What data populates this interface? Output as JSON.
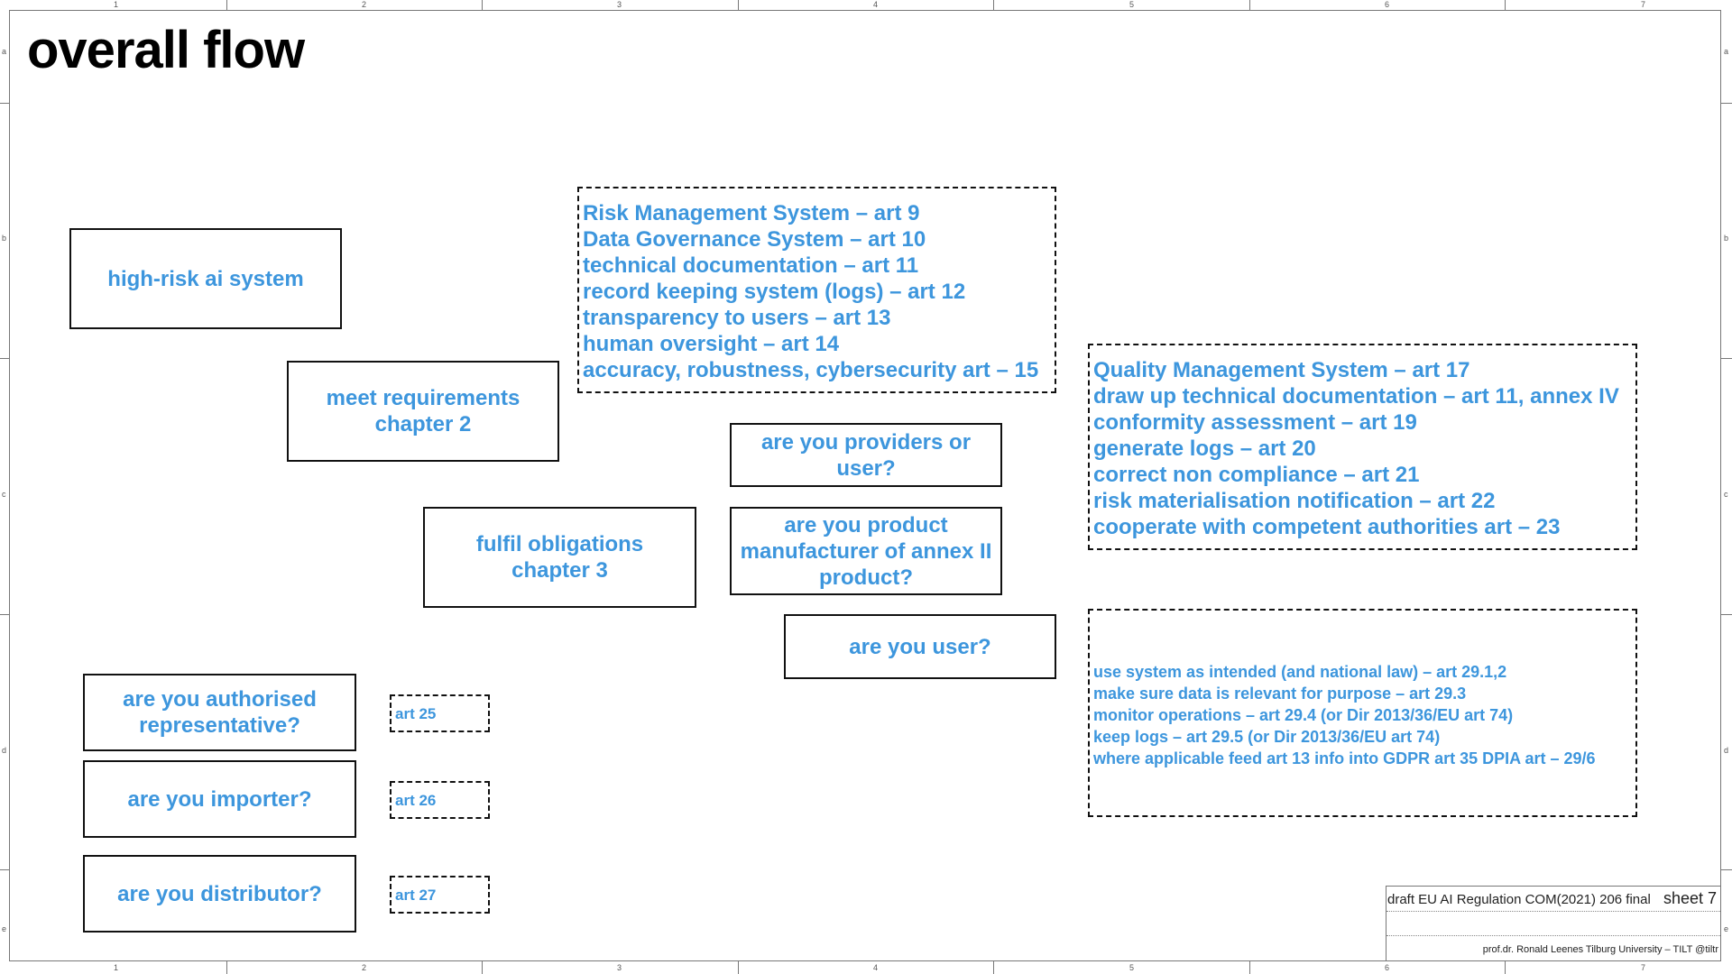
{
  "title": "overall flow",
  "sheet_frame": {
    "columns": [
      "1",
      "2",
      "3",
      "4",
      "5",
      "6",
      "7"
    ],
    "rows": [
      "a",
      "b",
      "c",
      "d",
      "e"
    ]
  },
  "flow_boxes": {
    "high_risk": "high-risk ai system",
    "meet_requirements": "meet requirements chapter 2",
    "fulfil_obligations": "fulfil obligations chapter 3",
    "providers_or_user": "are you providers or user?",
    "product_manufacturer": "are you product manufacturer of annex II product?",
    "are_you_user": "are you user?",
    "authorised_rep": "are you authorised representative?",
    "importer": "are you importer?",
    "distributor": "are you distributor?"
  },
  "requirements_list": [
    "Risk Management System – art 9",
    "Data Governance System – art 10",
    "technical documentation – art 11",
    "record keeping system (logs) – art 12",
    "transparency to users – art 13",
    "human oversight – art 14",
    "accuracy, robustness, cybersecurity art – 15"
  ],
  "provider_obligations": [
    "Quality Management System – art 17",
    "draw up technical documentation – art 11, annex IV",
    "conformity assessment – art 19",
    "generate logs – art 20",
    "correct non compliance – art 21",
    "risk materialisation notification – art 22",
    "cooperate with competent authorities art – 23"
  ],
  "user_obligations": [
    "use system as intended (and national law) – art 29.1,2",
    "make sure data is relevant for purpose – art 29.3",
    "monitor operations – art 29.4 (or Dir 2013/36/EU art 74)",
    "keep logs – art 29.5 (or Dir 2013/36/EU art 74)",
    "where applicable feed art 13 info into GDPR art 35 DPIA art – 29/6"
  ],
  "article_refs": {
    "authorised_rep": "art 25",
    "importer": "art 26",
    "distributor": "art 27"
  },
  "title_block": {
    "document": "draft EU AI Regulation COM(2021) 206 final",
    "sheet": "sheet 7",
    "author": "prof.dr. Ronald Leenes  Tilburg University – TILT @tiltr"
  },
  "colors": {
    "text_accent": "#3d96dd",
    "border": "#111111",
    "frame": "#777777"
  }
}
